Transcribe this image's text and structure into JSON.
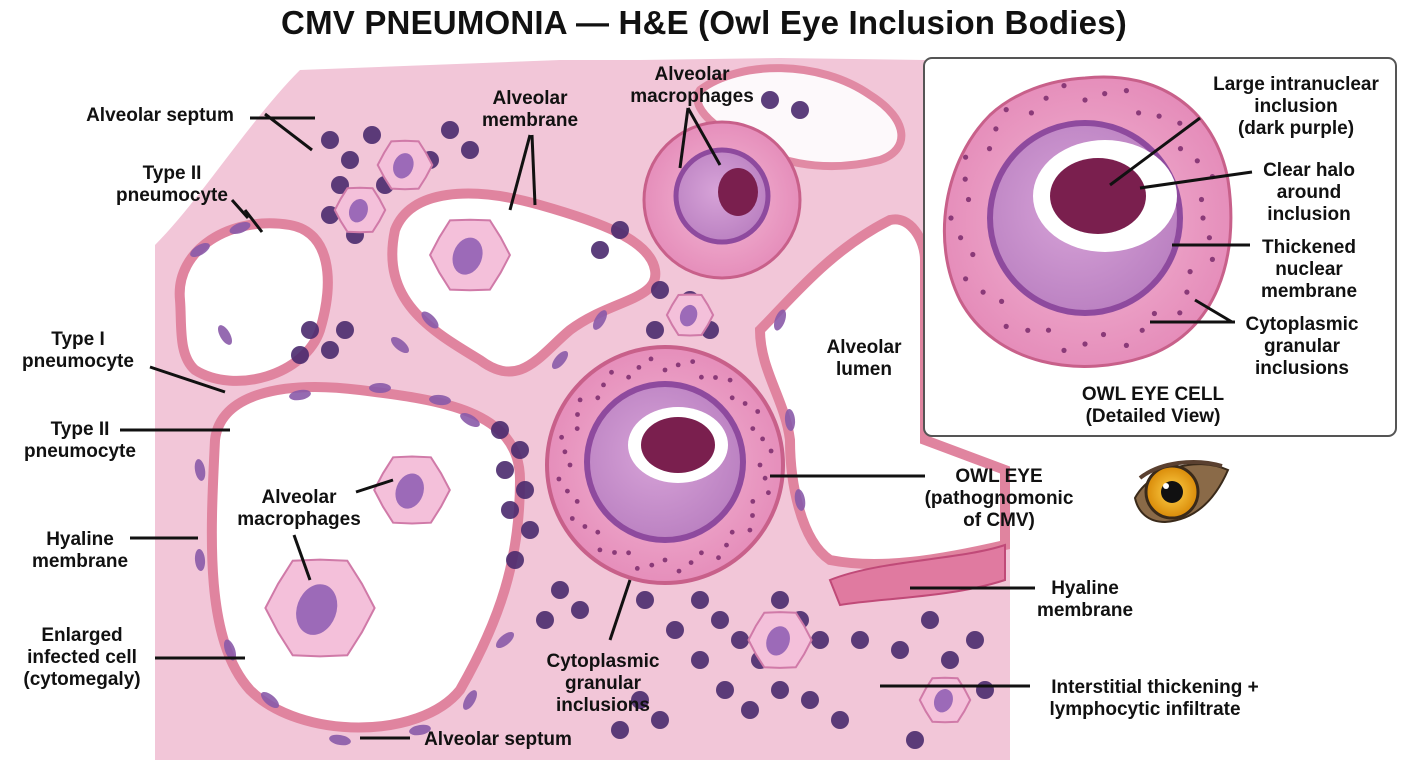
{
  "title": "CMV PNEUMONIA — H&E (Owl Eye Inclusion Bodies)",
  "labels": {
    "alveolar_septum_top": "Alveolar septum",
    "type2_top": [
      "Type II",
      "pneumocyte"
    ],
    "alveolar_membrane": [
      "Alveolar",
      "membrane"
    ],
    "alveolar_macrophages_top": [
      "Alveolar",
      "macrophages"
    ],
    "type1": [
      "Type I",
      "pneumocyte"
    ],
    "type2_mid": [
      "Type II",
      "pneumocyte"
    ],
    "hyaline_left": [
      "Hyaline",
      "membrane"
    ],
    "enlarged_cell": [
      "Enlarged",
      "infected cell",
      "(cytomegaly)"
    ],
    "alveolar_macrophages_mid": [
      "Alveolar",
      "macrophages"
    ],
    "alveolar_septum_bottom": "Alveolar septum",
    "cytoplasmic_bottom": [
      "Cytoplasmic",
      "granular",
      "inclusions"
    ],
    "alveolar_lumen": [
      "Alveolar",
      "lumen"
    ],
    "owl_eye": [
      "OWL EYE",
      "(pathognomonic",
      "of CMV)"
    ],
    "hyaline_right": [
      "Hyaline",
      "membrane"
    ],
    "interstitial": [
      "Interstitial thickening +",
      "lymphocytic infiltrate"
    ]
  },
  "inset": {
    "labels": {
      "large_inclusion": [
        "Large intranuclear",
        "inclusion",
        "(dark purple)"
      ],
      "clear_halo": [
        "Clear halo",
        "around",
        "inclusion"
      ],
      "thickened_membrane": [
        "Thickened",
        "nuclear",
        "membrane"
      ],
      "cytoplasmic": [
        "Cytoplasmic",
        "granular",
        "inclusions"
      ]
    },
    "caption": [
      "OWL EYE CELL",
      "(Detailed View)"
    ]
  },
  "colors": {
    "septum": "#e9a0bd",
    "septum_edge": "#c8608a",
    "tissue": "#f2c6d8",
    "lymphocyte": "#4a2a6e",
    "nucleus": "#8a5aa8",
    "inclusion": "#7a1f4e",
    "cell_cytoplasm": "#e7a2c8",
    "nucleus_pale": "#c890cc",
    "halo": "#ffffff",
    "eye_iris": "#f0a818"
  },
  "icons": {
    "owl_eye_icon": "owl-eye-icon"
  }
}
